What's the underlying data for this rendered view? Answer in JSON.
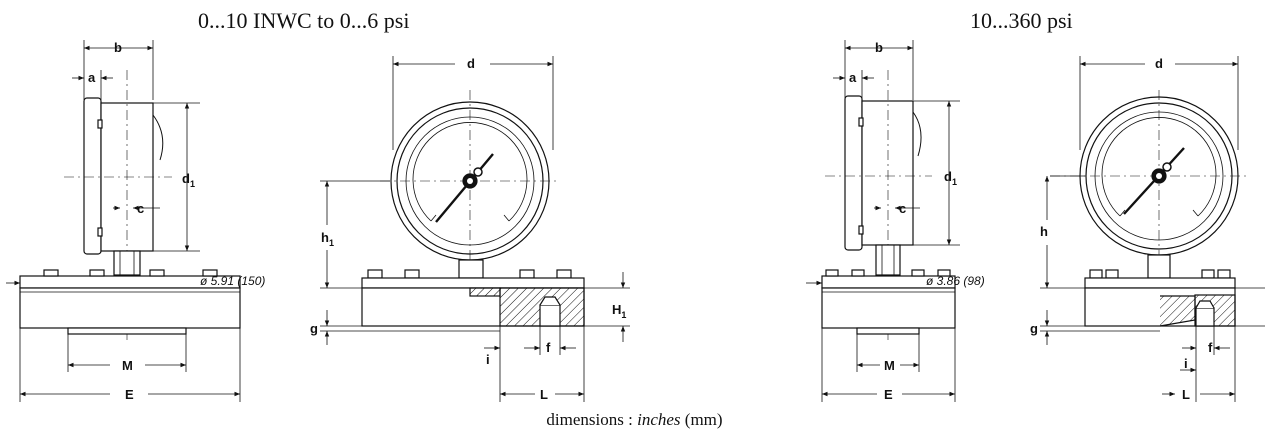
{
  "titles": {
    "left": "0...10 INWC to 0...6 psi",
    "right": "10...360 psi"
  },
  "caption": {
    "prefix": "dimensions : ",
    "unit": "inches",
    "suffix": " (mm)"
  },
  "left_side": {
    "b": "b",
    "a": "a",
    "c": "c",
    "d1": "d",
    "d1_sub": "1",
    "E": "E",
    "M": "M",
    "diameter": "ø 5.91 (150)"
  },
  "left_front": {
    "d": "d",
    "h1": "h",
    "h1_sub": "1",
    "g": "g",
    "H1": "H",
    "H1_sub": "1",
    "i": "i",
    "f": "f",
    "L": "L"
  },
  "right_side": {
    "b": "b",
    "a": "a",
    "c": "c",
    "d1": "d",
    "d1_sub": "1",
    "E": "E",
    "M": "M",
    "diameter": "ø 3.86 (98)"
  },
  "right_front": {
    "d": "d",
    "h": "h",
    "g": "g",
    "i": "i",
    "f": "f",
    "L": "L"
  }
}
